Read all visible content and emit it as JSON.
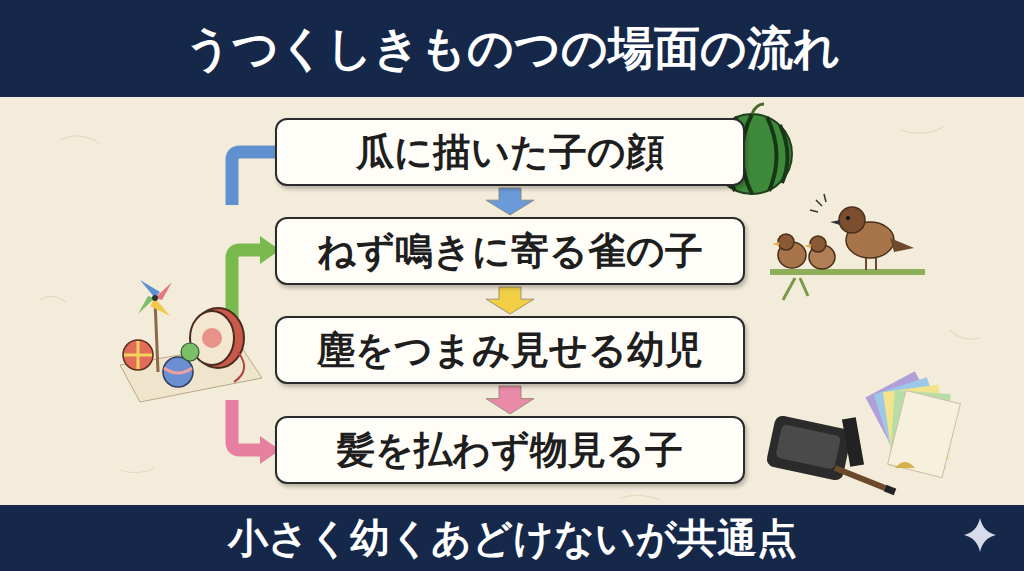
{
  "diagram": {
    "title": "うつくしきものつの場面の流れ",
    "caption": "小さく幼くあどけないが共通点",
    "nodes": [
      {
        "text": [
          "瓜に描いた子の顔"
        ]
      },
      {
        "text": [
          "ねず鳴きに寄る雀の子"
        ]
      },
      {
        "text": [
          "塵をつまみ見せる幼児"
        ]
      },
      {
        "text": [
          "髪を払わず物見る子"
        ]
      }
    ],
    "edges": [
      {
        "from": 0,
        "to": 1,
        "arrow": "to"
      },
      {
        "from": 1,
        "to": 2,
        "arrow": "to"
      },
      {
        "from": 2,
        "to": 3,
        "arrow": "to"
      }
    ]
  }
}
